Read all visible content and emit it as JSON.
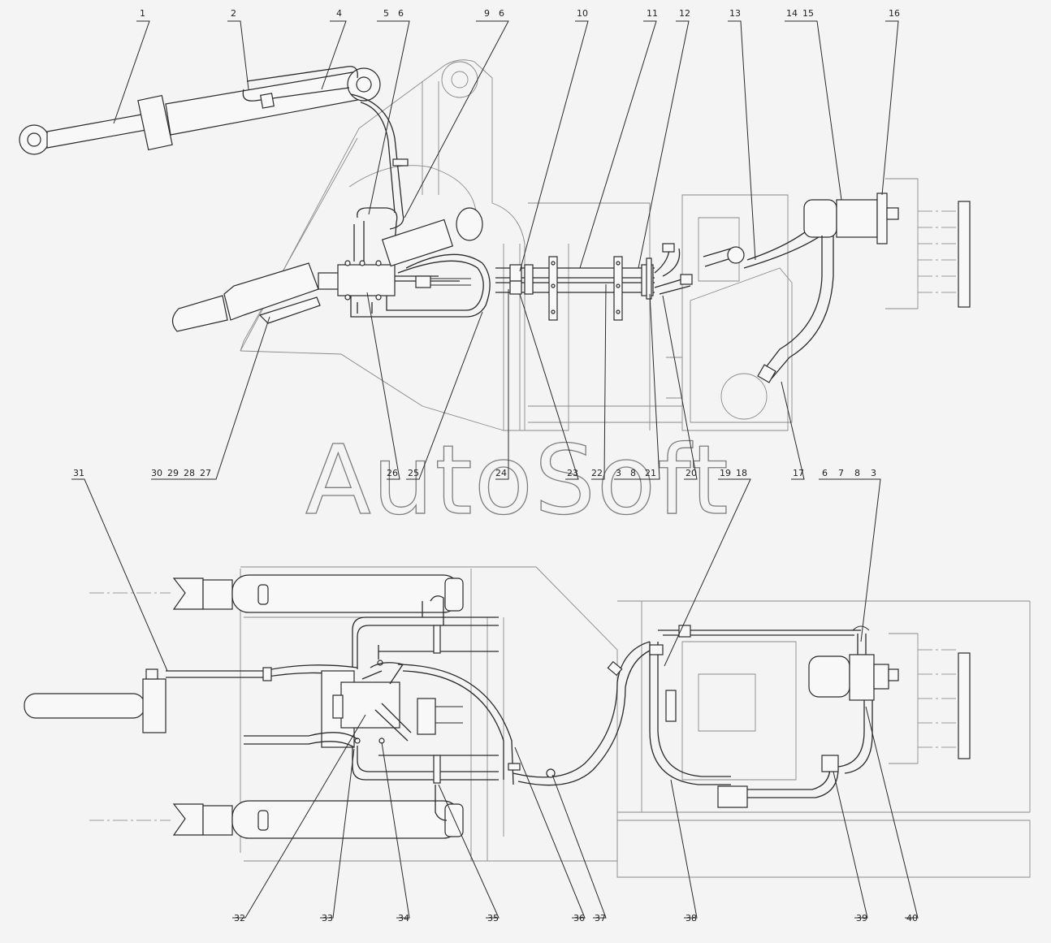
{
  "watermark": "AutoSoft",
  "top_labels": [
    "1",
    "2",
    "4",
    "5",
    "6",
    "9",
    "6",
    "10",
    "11",
    "12",
    "13",
    "14",
    "15",
    "16"
  ],
  "mid_labels": [
    "30",
    "29",
    "28",
    "27",
    "26",
    "25",
    "24",
    "23",
    "22",
    "3",
    "8",
    "21",
    "20",
    "19",
    "18",
    "17",
    "6",
    "7",
    "8",
    "3",
    "31"
  ],
  "bottom_labels": [
    "32",
    "33",
    "34",
    "35",
    "36",
    "37",
    "38",
    "39",
    "40"
  ]
}
